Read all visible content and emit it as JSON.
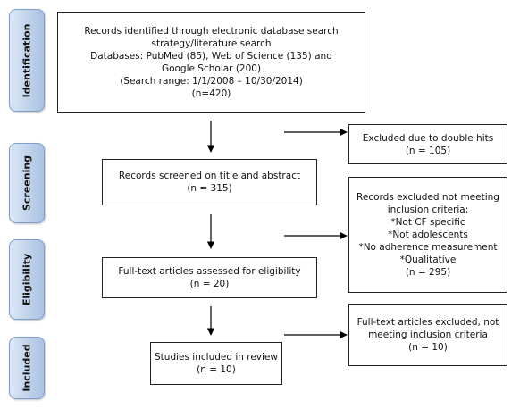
{
  "stages": [
    {
      "id": "identification",
      "label": "Identification"
    },
    {
      "id": "screening",
      "label": "Screening"
    },
    {
      "id": "eligibility",
      "label": "Eligibility"
    },
    {
      "id": "included",
      "label": "Included"
    }
  ],
  "boxes": {
    "identified": {
      "lines": [
        "Records identified through electronic database search",
        "strategy/literature search",
        "Databases: PubMed (85), Web of Science (135) and",
        "Google Scholar (200)",
        "(Search range: 1/1/2008 – 10/30/2014)",
        "(n=420)"
      ]
    },
    "excluded_double": {
      "lines": [
        "Excluded due to double hits",
        "(n = 105)"
      ]
    },
    "screened": {
      "lines": [
        "Records screened on title and abstract",
        "(n = 315)"
      ]
    },
    "excluded_criteria": {
      "lines": [
        "Records excluded not meeting",
        "inclusion criteria:",
        "*Not CF specific",
        "*Not adolescents",
        "*No adherence measurement",
        "*Qualitative",
        "(n = 295)"
      ]
    },
    "fulltext": {
      "lines": [
        "Full-text articles assessed for eligibility",
        "(n = 20)"
      ]
    },
    "fulltext_excluded": {
      "lines": [
        "Full-text articles excluded, not",
        "meeting inclusion criteria",
        "(n = 10)"
      ]
    },
    "included": {
      "lines": [
        "Studies included in review",
        "(n = 10)"
      ]
    }
  }
}
